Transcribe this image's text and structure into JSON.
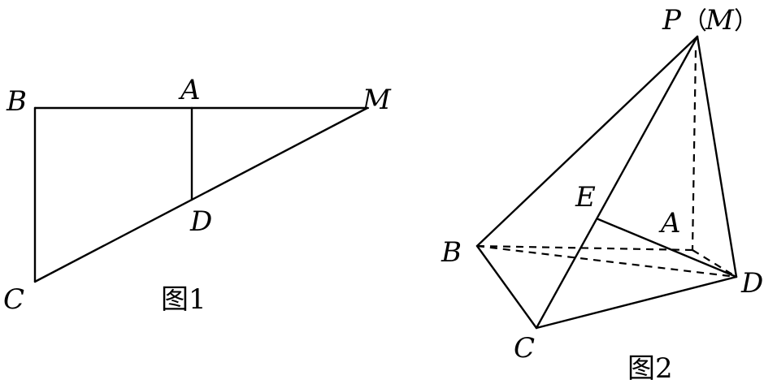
{
  "figure1": {
    "points": {
      "B": "B",
      "A": "A",
      "M": "M",
      "D": "D",
      "C": "C"
    },
    "caption": "图1"
  },
  "figure2": {
    "points": {
      "P": "P",
      "M": "M",
      "E": "E",
      "A": "A",
      "B": "B",
      "C": "C",
      "D": "D"
    },
    "paren_open": "（",
    "paren_close": "）",
    "caption": "图2"
  }
}
